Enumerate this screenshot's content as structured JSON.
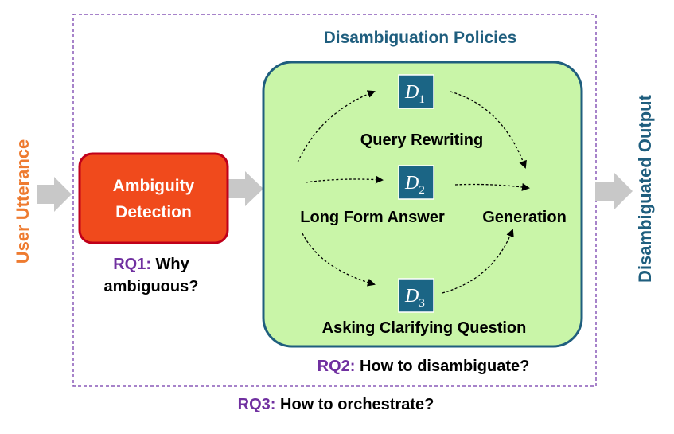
{
  "input_label": "User Utterance",
  "output_label": "Disambiguated Output",
  "ambiguity_box": {
    "line1": "Ambiguity",
    "line2": "Detection"
  },
  "rq1": {
    "tag": "RQ1:",
    "text_line1": " Why",
    "text_line2": "ambiguous?"
  },
  "policies": {
    "title": "Disambiguation Policies",
    "d1": {
      "base": "D",
      "sub": "1"
    },
    "d2": {
      "base": "D",
      "sub": "2"
    },
    "d3": {
      "base": "D",
      "sub": "3"
    },
    "query_rewriting": "Query Rewriting",
    "long_form_answer": "Long Form Answer",
    "generation": "Generation",
    "asking_clarifying_question": "Asking Clarifying Question"
  },
  "rq2": {
    "tag": "RQ2:",
    "text": " How to disambiguate?"
  },
  "rq3": {
    "tag": "RQ3:",
    "text": " How to orchestrate?"
  },
  "colors": {
    "accent_orange": "#EE7B30",
    "ambiguity_fill": "#F04A1C",
    "ambiguity_stroke": "#C0001A",
    "policy_fill": "#C9F5A8",
    "policy_stroke": "#1F5E7E",
    "title_blue": "#1F5E7E",
    "d_box": "#1B6585",
    "rq_purple": "#7030A0",
    "arrow_gray": "#C8C8C8",
    "dashed_border": "#8A5AB8"
  }
}
